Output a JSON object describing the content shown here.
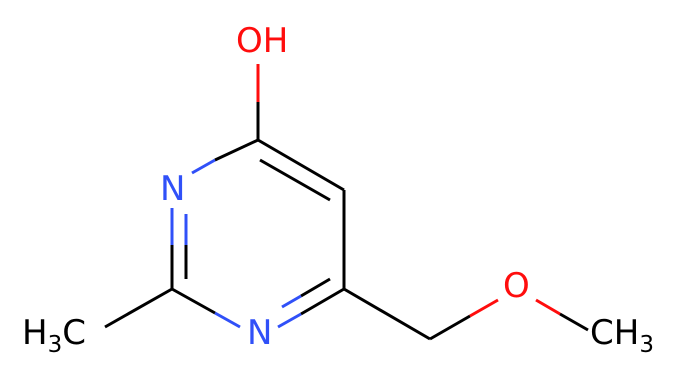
{
  "molecule": {
    "atoms": {
      "hydroxyl": {
        "label": "OH",
        "color": "#ff0d0d"
      },
      "n_upper": {
        "label": "N",
        "color": "#3050f8"
      },
      "n_lower": {
        "label": "N",
        "color": "#3050f8"
      },
      "ether_o": {
        "label": "O",
        "color": "#ff0d0d"
      },
      "methyl_left": {
        "label": "H",
        "sub": "3",
        "suffix": "C",
        "color": "#000000"
      },
      "methyl_right": {
        "label": "CH",
        "sub": "3",
        "color": "#000000"
      }
    },
    "bond_color": "#000000"
  }
}
